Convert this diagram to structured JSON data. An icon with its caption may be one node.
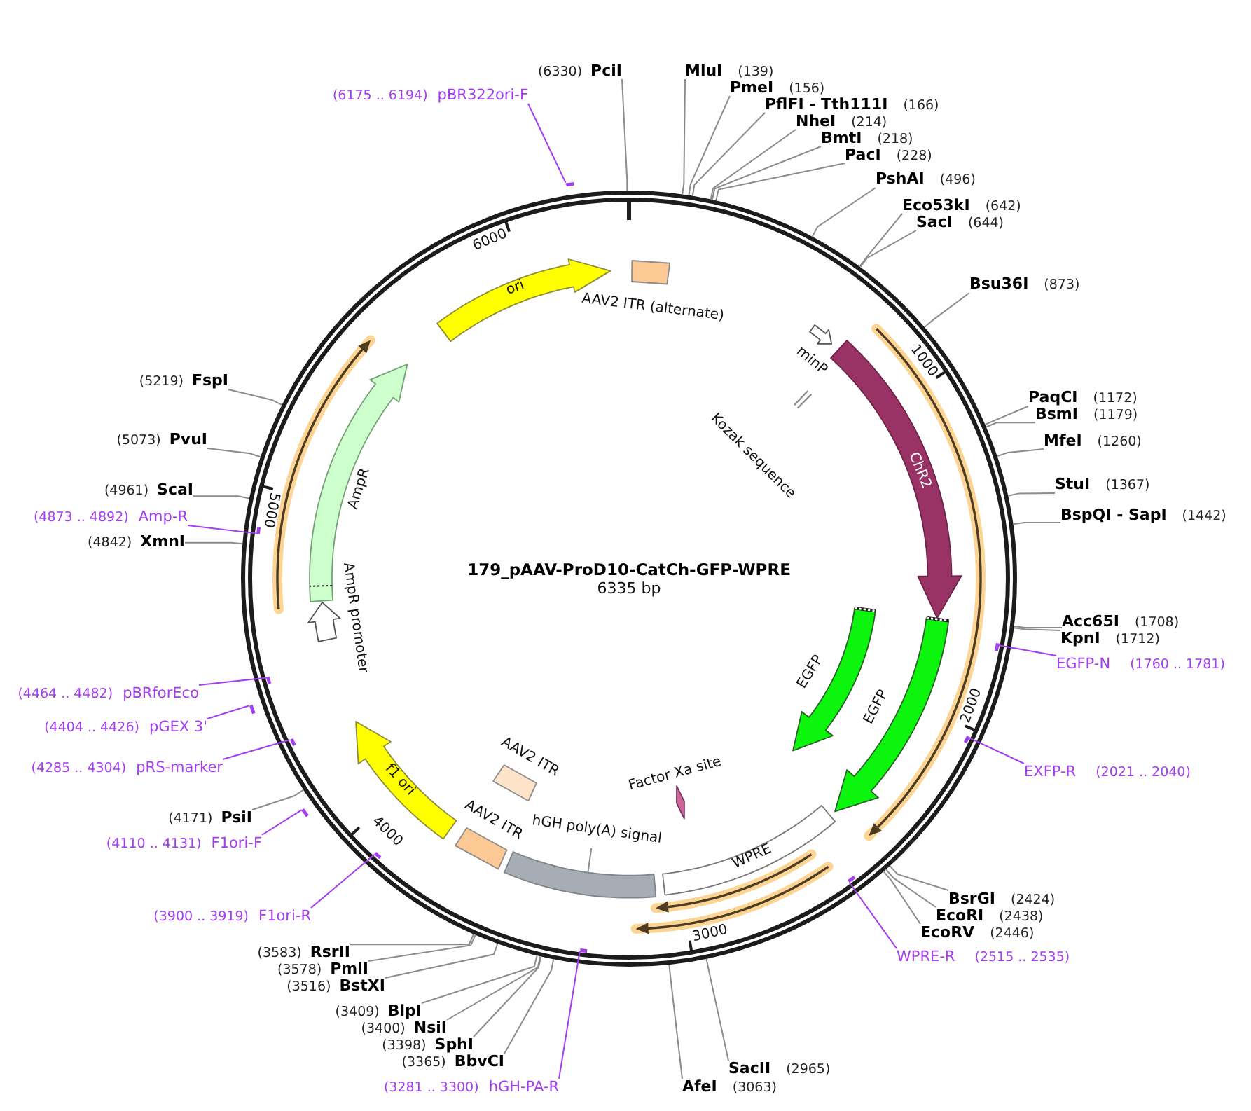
{
  "diagram": {
    "title": "179_pAAV-ProD10-CatCh-GFP-WPRE",
    "nodes": [
      {
        "text": [
          "(6175 .. 6194)",
          "pBR322ori-F"
        ]
      },
      {
        "text": [],
        "shape": "bar"
      },
      {
        "text": [
          "(6330)",
          "PciI"
        ]
      },
      {
        "text": [
          "MluI",
          "(139)"
        ]
      },
      {
        "text": [
          "PmeI",
          "(156)"
        ]
      },
      {
        "text": [
          "PflFI - Tth111I",
          "(166)"
        ]
      },
      {
        "text": [
          "NheI",
          "(214)"
        ]
      },
      {
        "text": [
          "BmtI",
          "(218)"
        ]
      },
      {
        "text": [
          "PacI",
          "(228)"
        ]
      },
      {
        "text": [
          "PshAI",
          "(496)"
        ]
      },
      {
        "text": [
          "Eco53kI",
          "(642)"
        ]
      },
      {
        "text": [
          "SacI",
          "(644)"
        ]
      },
      {
        "text": [
          "Bsu36I",
          "(873)"
        ]
      },
      {
        "text": [
          "PaqCI",
          "(1172)"
        ]
      },
      {
        "text": [
          "BsmI",
          "(1179)"
        ]
      },
      {
        "text": [
          "MfeI",
          "(1260)"
        ]
      },
      {
        "text": [
          "StuI",
          "(1367)"
        ]
      },
      {
        "text": [
          "BspQI - SapI",
          "(1442)"
        ]
      },
      {
        "text": [
          "Acc65I",
          "(1708)"
        ]
      },
      {
        "text": [
          "KpnI",
          "(1712)"
        ]
      },
      {
        "text": [
          "EGFP-N",
          "(1760 .. 1781)"
        ]
      },
      {
        "text": [],
        "shape": "bar"
      },
      {
        "text": [
          "EXFP-R",
          "(2021 .. 2040)"
        ]
      },
      {
        "text": [],
        "shape": "bar"
      },
      {
        "text": [
          "BsrGI",
          "(2424)"
        ]
      },
      {
        "text": [
          "EcoRI",
          "(2438)"
        ]
      },
      {
        "text": [
          "EcoRV",
          "(2446)"
        ]
      },
      {
        "text": [
          "WPRE-R",
          "(2515 .. 2535)"
        ]
      },
      {
        "text": [],
        "shape": "bar"
      },
      {
        "text": [
          "SacII",
          "(2965)"
        ]
      },
      {
        "text": [
          "AfeI",
          "(3063)"
        ]
      },
      {
        "text": [
          "(3281 .. 3300)",
          "hGH-PA-R"
        ]
      },
      {
        "text": [],
        "shape": "bar"
      },
      {
        "text": [
          "(3365)",
          "BbvCI"
        ]
      },
      {
        "text": [
          "(3398)",
          "SphI"
        ]
      },
      {
        "text": [
          "(3400)",
          "NsiI"
        ]
      },
      {
        "text": [
          "(3409)",
          "BlpI"
        ]
      },
      {
        "text": [
          "(3516)",
          "BstXI"
        ]
      },
      {
        "text": [
          "(3578)",
          "PmlI"
        ]
      },
      {
        "text": [
          "(3583)",
          "RsrII"
        ]
      },
      {
        "text": [
          "(3900 .. 3919)",
          "F1ori-R"
        ]
      },
      {
        "text": [],
        "shape": "bar"
      },
      {
        "text": [
          "(4110 .. 4131)",
          "F1ori-F"
        ]
      },
      {
        "text": [],
        "shape": "bar"
      },
      {
        "text": [
          "(4171)",
          "PsiI"
        ]
      },
      {
        "text": [
          "(4285 .. 4304)",
          "pRS-marker"
        ]
      },
      {
        "text": [],
        "shape": "bar"
      },
      {
        "text": [
          "(4404 .. 4426)",
          "pGEX 3'"
        ]
      },
      {
        "text": [],
        "shape": "bar"
      },
      {
        "text": [
          "(4464 .. 4482)",
          "pBRforEco"
        ]
      },
      {
        "text": [],
        "shape": "bar"
      },
      {
        "text": [
          "(4842)",
          "XmnI"
        ]
      },
      {
        "text": [
          "(4873 .. 4892)",
          "Amp-R"
        ]
      },
      {
        "text": [],
        "shape": "bar"
      },
      {
        "text": [
          "(4961)",
          "ScaI"
        ]
      },
      {
        "text": [
          "(5073)",
          "PvuI"
        ]
      },
      {
        "text": [
          "(5219)",
          "FspI"
        ]
      },
      {
        "text": [
          "AAV2 ITR (alternate)"
        ]
      },
      {
        "text": [
          "minP"
        ]
      },
      {
        "text": [
          "Kozak sequence"
        ]
      },
      {
        "text": [
          "ChR2"
        ]
      },
      {
        "text": [
          "EGFP"
        ]
      },
      {
        "text": [
          "EGFP"
        ]
      },
      {
        "text": [
          "WPRE"
        ]
      },
      {
        "text": [
          "Factor Xa site"
        ]
      },
      {
        "text": [
          "hGH poly(A) signal"
        ]
      },
      {
        "text": [],
        "shape": "bar"
      },
      {
        "text": [
          "AAV2 ITR"
        ]
      },
      {
        "text": [
          "AAV2 ITR"
        ]
      },
      {
        "text": [
          "f1 ori"
        ]
      },
      {
        "text": [
          "AmpR promoter"
        ]
      },
      {
        "text": [
          "AmpR"
        ]
      },
      {
        "text": [
          "ori"
        ]
      }
    ],
    "edges": [
      {
        "from": 0,
        "to": 1,
        "arrow": "none",
        "color": "#a43cf0"
      },
      {
        "from": 2,
        "to": null,
        "arrow": "none"
      },
      {
        "from": 3,
        "to": null,
        "arrow": "none"
      },
      {
        "from": 4,
        "to": null,
        "arrow": "none"
      },
      {
        "from": 5,
        "to": null,
        "arrow": "none"
      },
      {
        "from": 6,
        "to": null,
        "arrow": "none"
      },
      {
        "from": 7,
        "to": null,
        "arrow": "none"
      },
      {
        "from": 8,
        "to": null,
        "arrow": "none"
      },
      {
        "from": 9,
        "to": null,
        "arrow": "none"
      },
      {
        "from": 10,
        "to": null,
        "arrow": "none"
      },
      {
        "from": 11,
        "to": null,
        "arrow": "none"
      },
      {
        "from": 12,
        "to": null,
        "arrow": "none"
      },
      {
        "from": 13,
        "to": null,
        "arrow": "none"
      },
      {
        "from": 14,
        "to": null,
        "arrow": "none"
      },
      {
        "from": 15,
        "to": null,
        "arrow": "none"
      },
      {
        "from": 16,
        "to": null,
        "arrow": "none"
      },
      {
        "from": 17,
        "to": null,
        "arrow": "none"
      },
      {
        "from": 18,
        "to": null,
        "arrow": "none"
      },
      {
        "from": 19,
        "to": null,
        "arrow": "none"
      },
      {
        "from": 20,
        "to": 21,
        "arrow": "none",
        "color": "#a43cf0"
      },
      {
        "from": 22,
        "to": 23,
        "arrow": "none",
        "color": "#a43cf0"
      },
      {
        "from": 24,
        "to": null,
        "arrow": "none"
      },
      {
        "from": 25,
        "to": null,
        "arrow": "none"
      },
      {
        "from": 26,
        "to": null,
        "arrow": "none"
      },
      {
        "from": 27,
        "to": 28,
        "arrow": "none",
        "color": "#a43cf0"
      },
      {
        "from": 29,
        "to": null,
        "arrow": "none"
      },
      {
        "from": 30,
        "to": null,
        "arrow": "none"
      },
      {
        "from": 31,
        "to": 32,
        "arrow": "none",
        "color": "#a43cf0"
      },
      {
        "from": 33,
        "to": null,
        "arrow": "none"
      },
      {
        "from": 34,
        "to": null,
        "arrow": "none"
      },
      {
        "from": 35,
        "to": null,
        "arrow": "none"
      },
      {
        "from": 36,
        "to": null,
        "arrow": "none"
      },
      {
        "from": 37,
        "to": null,
        "arrow": "none"
      },
      {
        "from": 38,
        "to": null,
        "arrow": "none"
      },
      {
        "from": 39,
        "to": null,
        "arrow": "none"
      },
      {
        "from": 40,
        "to": 41,
        "arrow": "none",
        "color": "#a43cf0"
      },
      {
        "from": 42,
        "to": 43,
        "arrow": "none",
        "color": "#a43cf0"
      },
      {
        "from": 44,
        "to": null,
        "arrow": "none"
      },
      {
        "from": 45,
        "to": 46,
        "arrow": "none",
        "color": "#a43cf0"
      },
      {
        "from": 47,
        "to": 48,
        "arrow": "none",
        "color": "#a43cf0"
      },
      {
        "from": 49,
        "to": 50,
        "arrow": "none",
        "color": "#a43cf0"
      },
      {
        "from": 51,
        "to": null,
        "arrow": "none"
      },
      {
        "from": 52,
        "to": 53,
        "arrow": "none",
        "color": "#a43cf0"
      },
      {
        "from": 54,
        "to": null,
        "arrow": "none"
      },
      {
        "from": 55,
        "to": null,
        "arrow": "none"
      },
      {
        "from": 56,
        "to": null,
        "arrow": "none"
      },
      {
        "from": 65,
        "to": 66,
        "arrow": "none"
      }
    ],
    "labels": [
      "6335 bp",
      "1000",
      "2000",
      "3000",
      "4000",
      "5000",
      "6000"
    ]
  }
}
